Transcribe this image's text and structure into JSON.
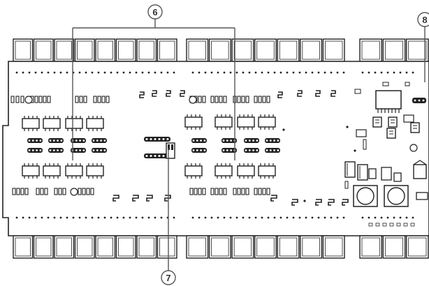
{
  "callouts": [
    {
      "id": "callout-6",
      "label": "6"
    },
    {
      "id": "callout-7",
      "label": "7"
    },
    {
      "id": "callout-8",
      "label": "8"
    }
  ],
  "colors": {
    "line": "#222222",
    "board_fill": "#ffffff",
    "component_fill": "#ffffff",
    "dark_fill": "#222222",
    "callout": "#555555"
  }
}
